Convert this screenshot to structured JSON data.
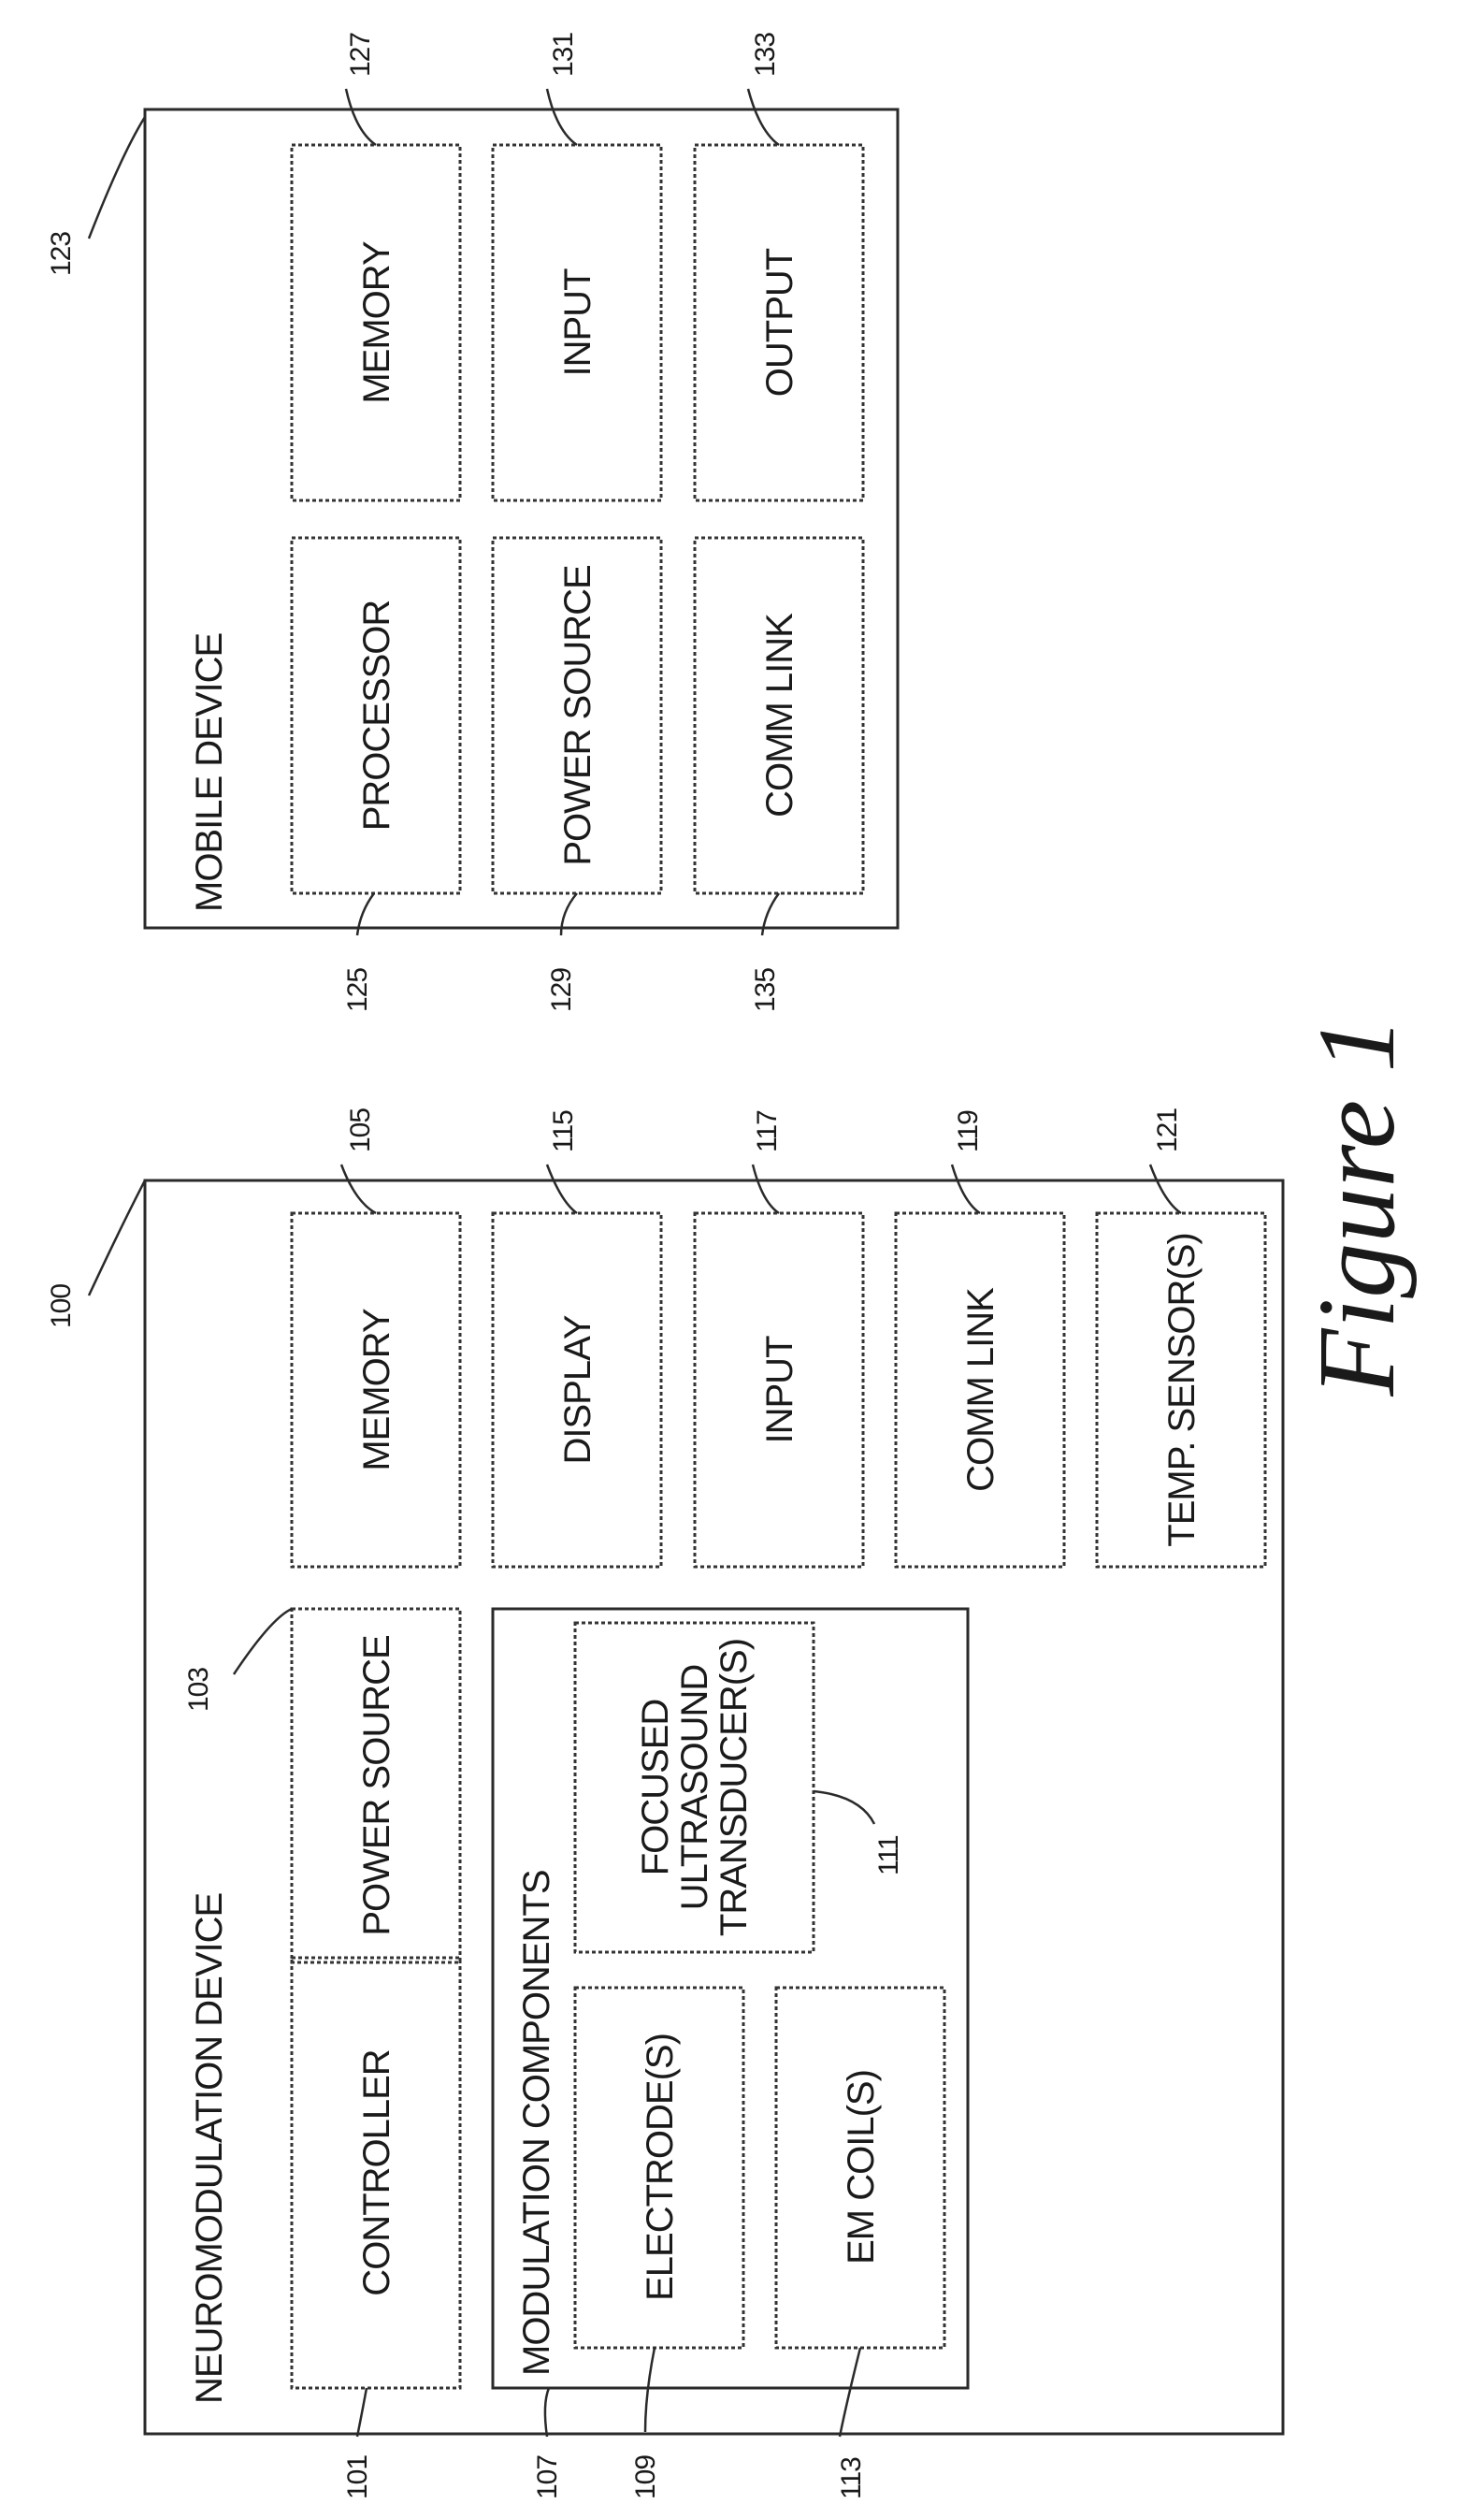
{
  "neuromodulation_device": {
    "title": "NEUROMODULATION DEVICE",
    "ref": "100",
    "controller": {
      "label": "CONTROLLER",
      "ref": "101"
    },
    "power_source": {
      "label": "POWER SOURCE",
      "ref": "103"
    },
    "memory": {
      "label": "MEMORY",
      "ref": "105"
    },
    "display": {
      "label": "DISPLAY",
      "ref": "115"
    },
    "input": {
      "label": "INPUT",
      "ref": "117"
    },
    "comm_link": {
      "label": "COMM LINK",
      "ref": "119"
    },
    "temp_sensor": {
      "label": "TEMP. SENSOR(S)",
      "ref": "121"
    },
    "modulation_components": {
      "title": "MODULATION COMPONENTS",
      "ref": "107",
      "electrode": {
        "label": "ELECTRODE(S)",
        "ref": "109"
      },
      "em_coil": {
        "label": "EM COIL(S)",
        "ref": "113"
      },
      "ultrasound": {
        "line1": "FOCUSED",
        "line2": "ULTRASOUND",
        "line3": "TRANSDUCER(S)",
        "ref": "111"
      }
    }
  },
  "mobile_device": {
    "title": "MOBILE DEVICE",
    "ref": "123",
    "processor": {
      "label": "PROCESSOR",
      "ref": "125"
    },
    "memory": {
      "label": "MEMORY",
      "ref": "127"
    },
    "power_source": {
      "label": "POWER SOURCE",
      "ref": "129"
    },
    "input": {
      "label": "INPUT",
      "ref": "131"
    },
    "comm_link": {
      "label": "COMM LINK",
      "ref": "135"
    },
    "output": {
      "label": "OUTPUT",
      "ref": "133"
    }
  },
  "caption": "Figure 1"
}
